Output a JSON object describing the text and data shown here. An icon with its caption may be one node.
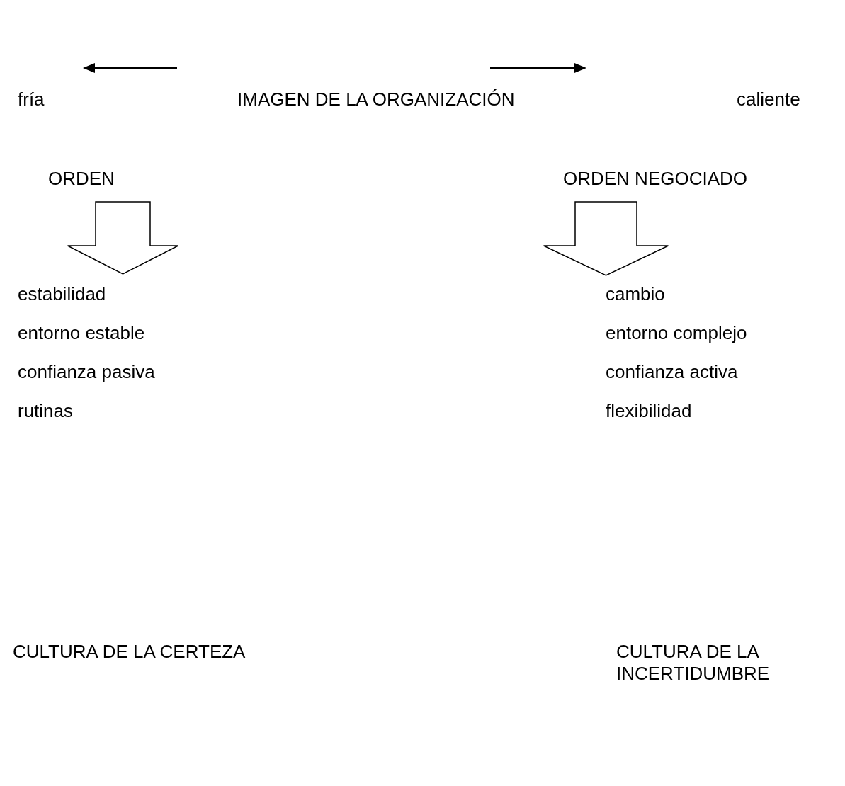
{
  "diagram": {
    "labels": [
      "fría",
      "IMAGEN DE LA ORGANIZACIÓN",
      "caliente",
      "ORDEN",
      "ORDEN NEGOCIADO",
      "estabilidad",
      "cambio",
      "entorno estable",
      "entorno complejo",
      "confianza pasiva",
      "confianza activa",
      "rutinas",
      "flexibilidad",
      "CULTURA DE LA CERTEZA",
      "CULTURA DE LA INCERTIDUMBRE"
    ]
  }
}
